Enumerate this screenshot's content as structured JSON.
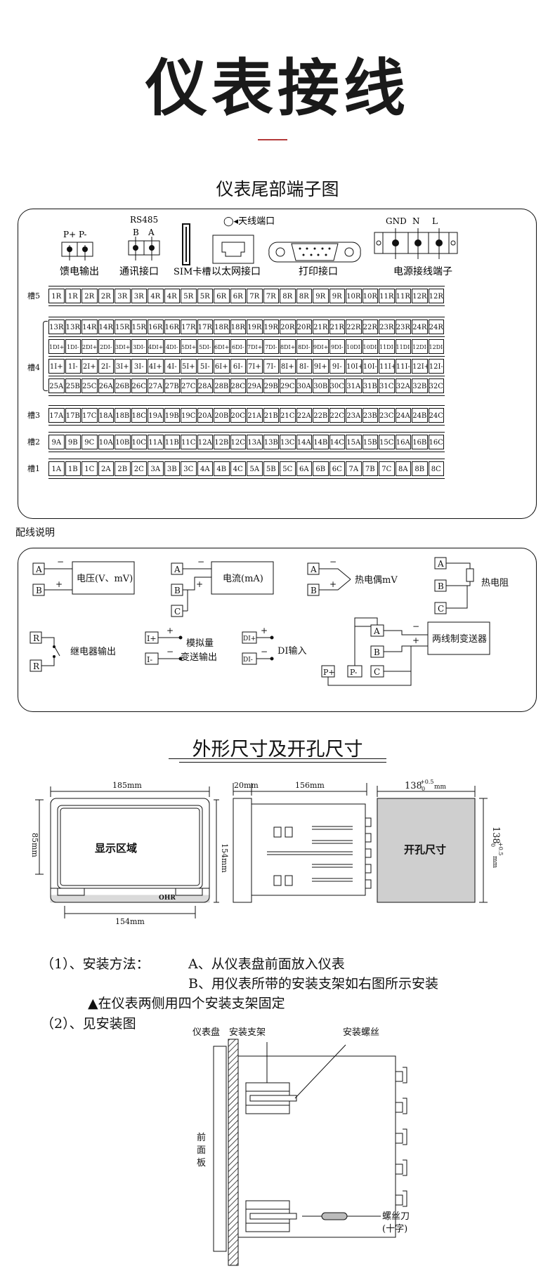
{
  "page_title": "仪表接线",
  "terminal_title": "仪表尾部端子图",
  "top_items": {
    "feed": {
      "p_plus": "P+",
      "p_minus": "P-",
      "label": "馈电输出"
    },
    "comm": {
      "rs485": "RS485",
      "b": "B",
      "a": "A",
      "label": "通讯接口"
    },
    "sim": {
      "label": "SIM卡槽"
    },
    "ethernet": {
      "antenna": "◯◂天线端口",
      "label": "以太网接口"
    },
    "print": {
      "label": "打印接口"
    },
    "power": {
      "gnd": "GND",
      "n": "N",
      "l": "L",
      "label": "电源接线端子"
    }
  },
  "slots": {
    "slot5": {
      "name": "槽5",
      "cells": [
        "1R",
        "1R",
        "2R",
        "2R",
        "3R",
        "3R",
        "4R",
        "4R",
        "5R",
        "5R",
        "6R",
        "6R",
        "7R",
        "7R",
        "8R",
        "8R",
        "9R",
        "9R",
        "10R",
        "10R",
        "11R",
        "11R",
        "12R",
        "12R"
      ]
    },
    "slot4": {
      "name": "槽4",
      "rows": [
        [
          "13R",
          "13R",
          "14R",
          "14R",
          "15R",
          "15R",
          "16R",
          "16R",
          "17R",
          "17R",
          "18R",
          "18R",
          "19R",
          "19R",
          "20R",
          "20R",
          "21R",
          "21R",
          "22R",
          "22R",
          "23R",
          "23R",
          "24R",
          "24R"
        ],
        [
          "1DI+",
          "1DI-",
          "2DI+",
          "2DI-",
          "3DI+",
          "3DI-",
          "4DI+",
          "4DI-",
          "5DI+",
          "5DI-",
          "6DI+",
          "6DI-",
          "7DI+",
          "7DI-",
          "8DI+",
          "8DI-",
          "9DI+",
          "9DI-",
          "10DI+",
          "10DI-",
          "11DI+",
          "11DI-",
          "12DI+",
          "12DI-"
        ],
        [
          "1I+",
          "1I-",
          "2I+",
          "2I-",
          "3I+",
          "3I-",
          "4I+",
          "4I-",
          "5I+",
          "5I-",
          "6I+",
          "6I-",
          "7I+",
          "7I-",
          "8I+",
          "8I-",
          "9I+",
          "9I-",
          "10I+",
          "10I-",
          "11I+",
          "11I-",
          "12I+",
          "12I-"
        ],
        [
          "25A",
          "25B",
          "25C",
          "26A",
          "26B",
          "26C",
          "27A",
          "27B",
          "27C",
          "28A",
          "28B",
          "28C",
          "29A",
          "29B",
          "29C",
          "30A",
          "30B",
          "30C",
          "31A",
          "31B",
          "31C",
          "32A",
          "32B",
          "32C"
        ]
      ]
    },
    "slot3": {
      "name": "槽3",
      "cells": [
        "17A",
        "17B",
        "17C",
        "18A",
        "18B",
        "18C",
        "19A",
        "19B",
        "19C",
        "20A",
        "20B",
        "20C",
        "21A",
        "21B",
        "21C",
        "22A",
        "22B",
        "22C",
        "23A",
        "23B",
        "23C",
        "24A",
        "24B",
        "24C"
      ]
    },
    "slot2": {
      "name": "槽2",
      "cells": [
        "9A",
        "9B",
        "9C",
        "10A",
        "10B",
        "10C",
        "11A",
        "11B",
        "11C",
        "12A",
        "12B",
        "12C",
        "13A",
        "13B",
        "13C",
        "14A",
        "14B",
        "14C",
        "15A",
        "15B",
        "15C",
        "16A",
        "16B",
        "16C"
      ]
    },
    "slot1": {
      "name": "槽1",
      "cells": [
        "1A",
        "1B",
        "1C",
        "2A",
        "2B",
        "2C",
        "3A",
        "3B",
        "3C",
        "4A",
        "4B",
        "4C",
        "5A",
        "5B",
        "5C",
        "6A",
        "6B",
        "6C",
        "7A",
        "7B",
        "7C",
        "8A",
        "8B",
        "8C"
      ]
    }
  },
  "wiring_title": "配线说明",
  "wiring": {
    "voltage": {
      "a": "A",
      "b": "B",
      "label": "电压(V、mV)"
    },
    "current": {
      "a": "A",
      "b": "B",
      "c": "C",
      "label": "电流(mA)"
    },
    "thermocouple": {
      "a": "A",
      "b": "B",
      "label": "热电偶mV"
    },
    "rtd": {
      "a": "A",
      "b": "B",
      "c": "C",
      "label": "热电阻"
    },
    "relay": {
      "r": "R",
      "label": "继电器输出"
    },
    "analog_out": {
      "plus": "I+",
      "minus": "I-",
      "label1": "模拟量",
      "label2": "变送输出"
    },
    "di": {
      "plus": "DI+",
      "minus": "DI-",
      "label": "DI输入"
    },
    "two_wire": {
      "a": "A",
      "b": "B",
      "c": "C",
      "p_plus": "P+",
      "p_minus": "P-",
      "label": "两线制变送器"
    }
  },
  "dims_title": "外形尺寸及开孔尺寸",
  "dims": {
    "front_width": "185mm",
    "front_height": "85mm",
    "display": "显示区域",
    "brand": "OHR",
    "bottom_width": "154mm",
    "side_20": "20mm",
    "side_156": "156mm",
    "side_154": "154mm",
    "cut_w": "138",
    "cut_tol": "+0.5",
    "cut_tol0": "0",
    "cut_unit": "mm",
    "cut_label": "开孔尺寸",
    "cut_h": "138"
  },
  "install": {
    "line1_a": "（1）、安装方法：",
    "line1_b": "A、从仪表盘前面放入仪表",
    "line2": "B、用仪表所带的安装支架如右图所示安装",
    "line3": "▲在仪表两侧用四个安装支架固定",
    "line4": "（2）、见安装图",
    "panel_label": "仪表盘",
    "bracket_label": "安装支架",
    "screw_label": "安装螺丝",
    "front_label_1": "前",
    "front_label_2": "面",
    "front_label_3": "板",
    "driver_label": "螺丝刀",
    "driver_sub": "(十字)"
  }
}
